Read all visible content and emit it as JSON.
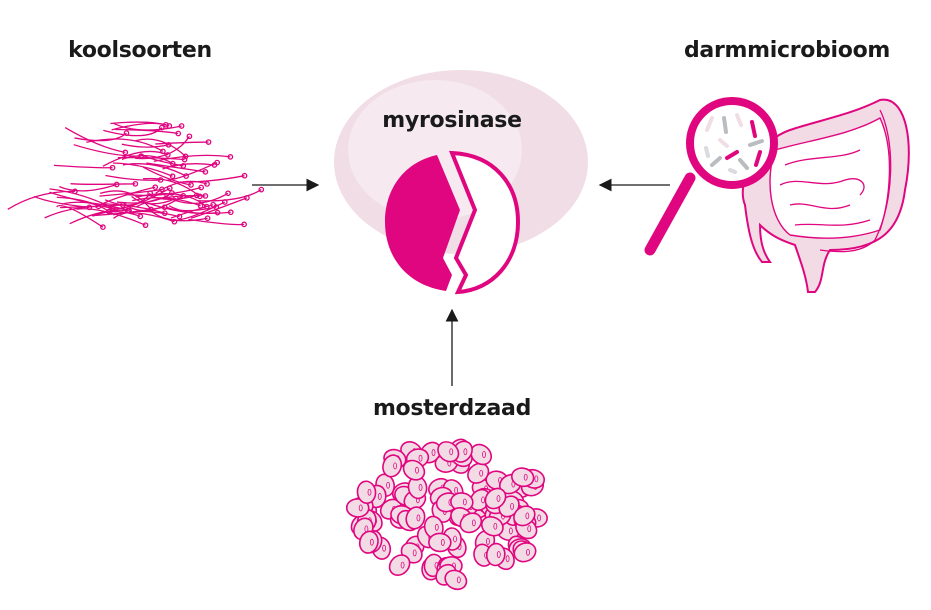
{
  "colors": {
    "accent": "#e0067f",
    "light": "#f1dde6",
    "lighter": "#f6e9f0",
    "grey": "#b9bcc1",
    "text": "#1a1a1a"
  },
  "labels": {
    "cabbage": "koolsoorten",
    "microbiome": "darmmicrobioom",
    "enzyme": "myrosinase",
    "mustard": "mosterdzaad"
  },
  "icons": [
    "sprouts-pile-icon",
    "magnifier-icon",
    "intestine-icon",
    "enzyme-icon",
    "seeds-pile-icon"
  ]
}
